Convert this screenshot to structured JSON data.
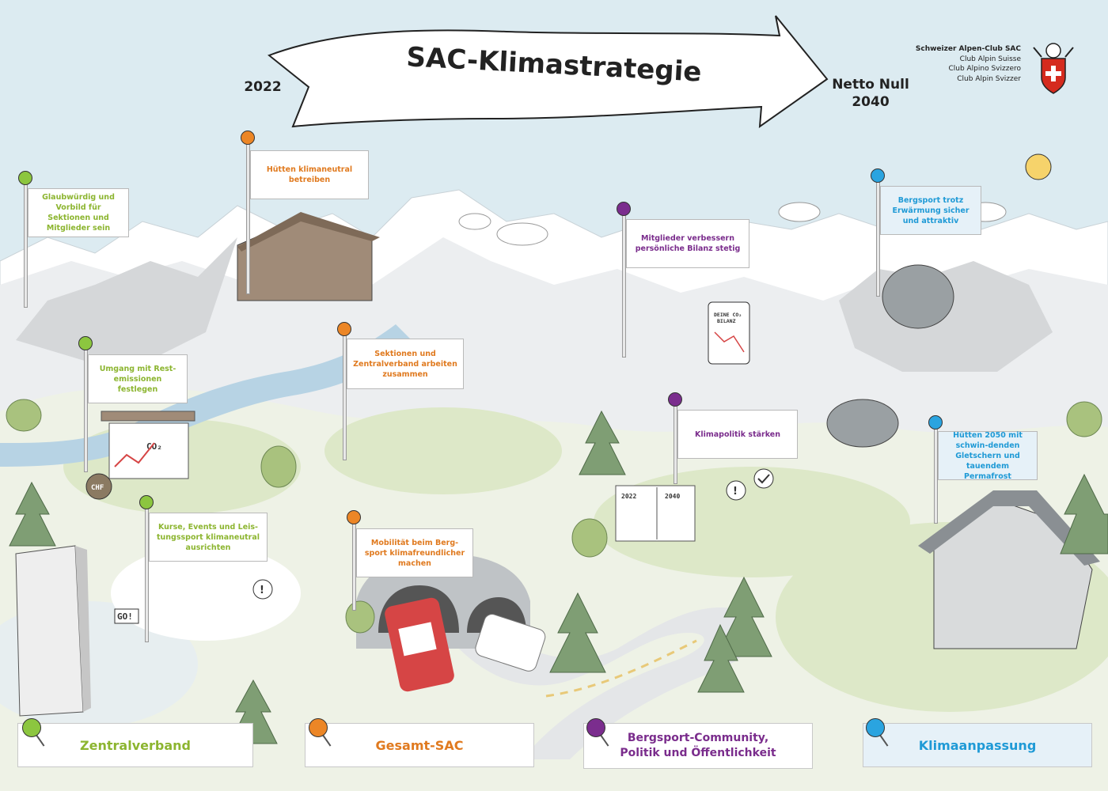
{
  "title": "SAC-Klimastrategie",
  "timeline": {
    "start": "2022",
    "goal_line1": "Netto Null",
    "goal_line2": "2040"
  },
  "organization": {
    "lines": [
      "Schweizer Alpen-Club SAC",
      "Club Alpin Suisse",
      "Club Alpino Svizzero",
      "Club Alpin Svizzer"
    ]
  },
  "flags": [
    {
      "text": "Glaubwürdig und Vorbild für Sektionen und Mitglieder sein",
      "color": "#8cb530"
    },
    {
      "text": "Hütten klimaneutral betreiben",
      "color": "#e07a1f"
    },
    {
      "text": "Mitglieder verbessern persönliche Bilanz stetig",
      "color": "#7a2c8c"
    },
    {
      "text": "Bergsport trotz Erwärmung sicher und attraktiv",
      "color": "#1f9ad6"
    },
    {
      "text": "Umgang mit Rest-emissionen festlegen",
      "color": "#8cb530"
    },
    {
      "text": "Sektionen und Zentralverband arbeiten zusammen",
      "color": "#e07a1f"
    },
    {
      "text": "Klimapolitik stärken",
      "color": "#7a2c8c"
    },
    {
      "text": "Hütten 2050 mit schwin-denden Gletschern und tauendem Permafrost",
      "color": "#1f9ad6"
    },
    {
      "text": "Kurse, Events und Leis-tungssport klimaneutral ausrichten",
      "color": "#8cb530"
    },
    {
      "text": "Mobilität beim Berg-sport klimafreundlicher machen",
      "color": "#e07a1f"
    }
  ],
  "legend": [
    {
      "label": "Zentralverband",
      "color": "#8cb530"
    },
    {
      "label": "Gesamt-SAC",
      "color": "#e07a1f"
    },
    {
      "label_line1": "Bergsport-Community,",
      "label_line2": "Politik und Öffentlichkeit",
      "color": "#7a2c8c"
    },
    {
      "label": "Klimaanpassung",
      "color": "#1f9ad6"
    }
  ],
  "scene_labels": {
    "co2": "CO₂",
    "chf": "CHF",
    "go": "GO!",
    "bilanz_line1": "DEINE CO₂",
    "bilanz_line2": "BILANZ",
    "board_year1": "2022",
    "board_year2": "2040"
  },
  "colors": {
    "sky": "#dcebf1",
    "mountain": "#e9ecee",
    "meadow": "#dde8c8",
    "water": "#b7d3e4",
    "tree": "#7f9e74"
  }
}
